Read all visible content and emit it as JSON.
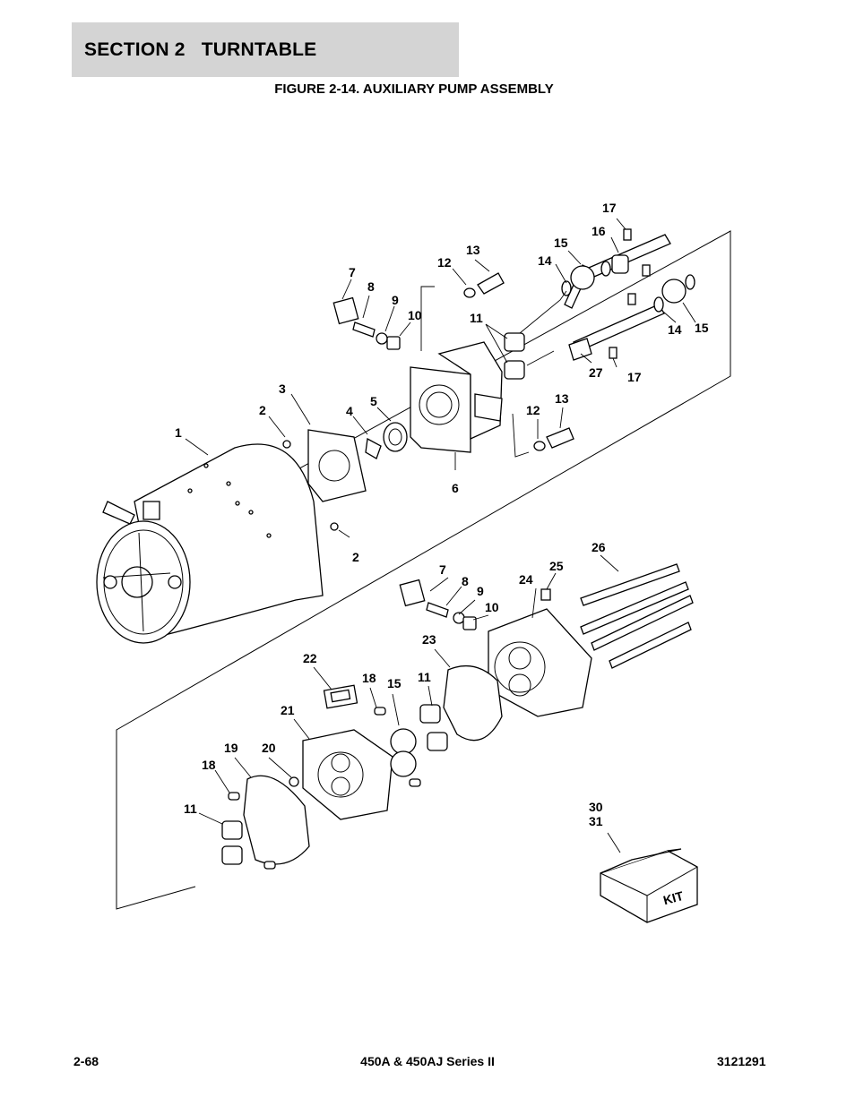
{
  "header": {
    "section_title": "SECTION 2   TURNTABLE",
    "figure_title": "FIGURE 2-14. AUXILIARY PUMP ASSEMBLY"
  },
  "callouts": [
    {
      "id": "c17a",
      "text": "17"
    },
    {
      "id": "c16",
      "text": "16"
    },
    {
      "id": "c15a",
      "text": "15"
    },
    {
      "id": "c14a",
      "text": "14"
    },
    {
      "id": "c13a",
      "text": "13"
    },
    {
      "id": "c12a",
      "text": "12"
    },
    {
      "id": "c7a",
      "text": "7"
    },
    {
      "id": "c8a",
      "text": "8"
    },
    {
      "id": "c9a",
      "text": "9"
    },
    {
      "id": "c10a",
      "text": "10"
    },
    {
      "id": "c11a",
      "text": "11"
    },
    {
      "id": "c14b",
      "text": "14"
    },
    {
      "id": "c15b",
      "text": "15"
    },
    {
      "id": "c27",
      "text": "27"
    },
    {
      "id": "c17b",
      "text": "17"
    },
    {
      "id": "c3",
      "text": "3"
    },
    {
      "id": "c2a",
      "text": "2"
    },
    {
      "id": "c4",
      "text": "4"
    },
    {
      "id": "c5",
      "text": "5"
    },
    {
      "id": "c12b",
      "text": "12"
    },
    {
      "id": "c13b",
      "text": "13"
    },
    {
      "id": "c1",
      "text": "1"
    },
    {
      "id": "c6",
      "text": "6"
    },
    {
      "id": "c2b",
      "text": "2"
    },
    {
      "id": "c26",
      "text": "26"
    },
    {
      "id": "c25",
      "text": "25"
    },
    {
      "id": "c7b",
      "text": "7"
    },
    {
      "id": "c8b",
      "text": "8"
    },
    {
      "id": "c9b",
      "text": "9"
    },
    {
      "id": "c24",
      "text": "24"
    },
    {
      "id": "c10b",
      "text": "10"
    },
    {
      "id": "c23",
      "text": "23"
    },
    {
      "id": "c22",
      "text": "22"
    },
    {
      "id": "c18a",
      "text": "18"
    },
    {
      "id": "c15c",
      "text": "15"
    },
    {
      "id": "c11b",
      "text": "11"
    },
    {
      "id": "c21",
      "text": "21"
    },
    {
      "id": "c19",
      "text": "19"
    },
    {
      "id": "c20",
      "text": "20"
    },
    {
      "id": "c18b",
      "text": "18"
    },
    {
      "id": "c11c",
      "text": "11"
    },
    {
      "id": "c30",
      "text": "30"
    },
    {
      "id": "c31",
      "text": "31"
    }
  ],
  "kit_label": "KIT",
  "footer": {
    "page_number": "2-68",
    "model": "450A & 450AJ Series II",
    "doc_number": "3121291"
  }
}
